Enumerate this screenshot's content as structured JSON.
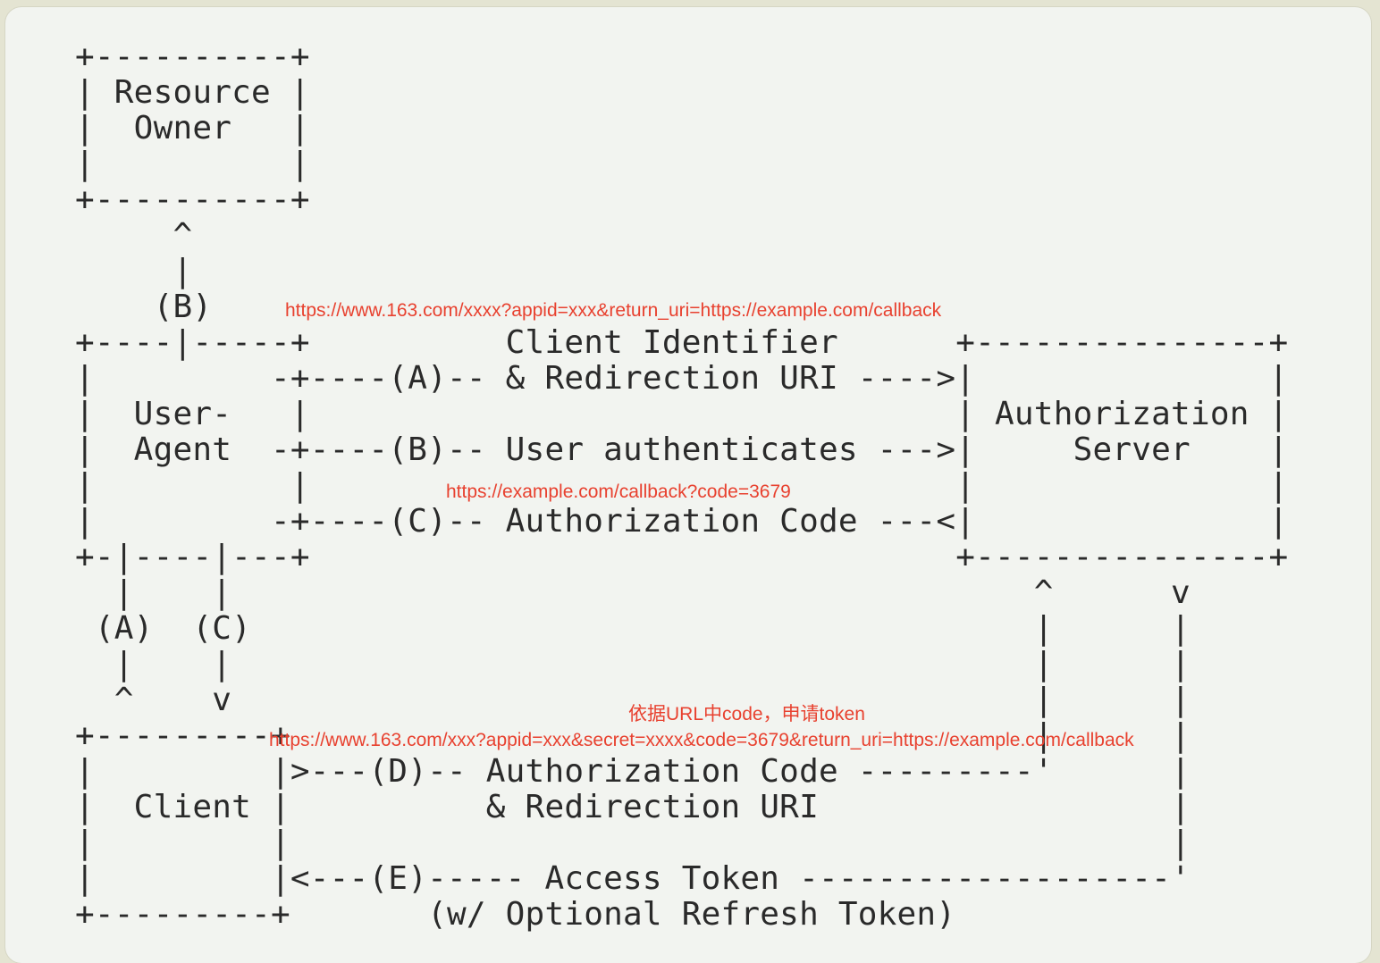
{
  "diagram": {
    "ascii_lines": [
      "+----------+",
      "| Resource |",
      "|  Owner   |",
      "|          |",
      "+----------+",
      "     ^",
      "     |",
      "    (B)",
      "+----|-----+          Client Identifier      +---------------+",
      "|         -+----(A)-- & Redirection URI ---->|               |",
      "|  User-   |                                 | Authorization |",
      "|  Agent  -+----(B)-- User authenticates --->|     Server    |",
      "|          |                                 |               |",
      "|         -+----(C)-- Authorization Code ---<|               |",
      "+-|----|---+                                 +---------------+",
      "  |    |                                         ^      v",
      " (A)  (C)                                        |      |",
      "  |    |                                         |      |",
      "  ^    v                                         |      |",
      "+---------+                                      |      |",
      "|         |>---(D)-- Authorization Code ---------'      |",
      "|  Client |          & Redirection URI                  |",
      "|         |                                             |",
      "|         |<---(E)----- Access Token -------------------'",
      "+---------+       (w/ Optional Refresh Token)"
    ],
    "annotations": {
      "authorize_url": "https://www.163.com/xxxx?appid=xxx&return_uri=https://example.com/callback",
      "callback_url": "https://example.com/callback?code=3679",
      "token_request_caption": "依据URL中code，申请token",
      "token_url": "https://www.163.com/xxx?appid=xxx&secret=xxxx&code=3679&return_uri=https://example.com/callback"
    },
    "colors": {
      "annotation": "#e8412f",
      "diagram_text": "#2a2a2a",
      "panel_background": "#f2f4f0",
      "outer_background": "#e4e4d2"
    }
  }
}
